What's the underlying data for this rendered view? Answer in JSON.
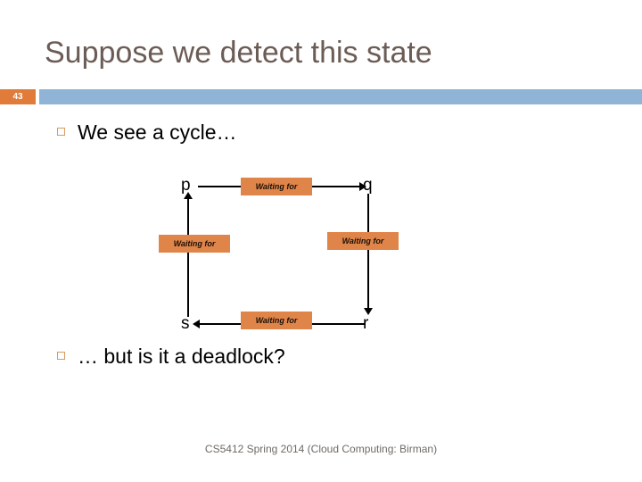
{
  "slide": {
    "title": "Suppose we detect this state",
    "number": "43",
    "accent_orange": "#e07b39",
    "accent_blue": "#8fb4d6",
    "title_color": "#6b5c55",
    "label_box_color": "#e0854a"
  },
  "bullets": [
    {
      "marker": "open-square-bullet",
      "text": "We see a cycle…"
    },
    {
      "marker": "open-square-bullet",
      "text": "… but is it a deadlock?"
    }
  ],
  "diagram": {
    "type": "wait-for-graph",
    "nodes": [
      {
        "id": "p",
        "label": "p",
        "position": "top-left"
      },
      {
        "id": "q",
        "label": "q",
        "position": "top-right"
      },
      {
        "id": "r",
        "label": "r",
        "position": "bottom-right"
      },
      {
        "id": "s",
        "label": "s",
        "position": "bottom-left"
      }
    ],
    "edges": [
      {
        "from": "p",
        "to": "q",
        "label": "Waiting for",
        "direction": "right"
      },
      {
        "from": "q",
        "to": "r",
        "label": "Waiting for",
        "direction": "down"
      },
      {
        "from": "r",
        "to": "s",
        "label": "Waiting for",
        "direction": "left"
      },
      {
        "from": "s",
        "to": "p",
        "label": "Waiting for",
        "direction": "up"
      }
    ]
  },
  "footer": {
    "text": "CS5412 Spring 2014 (Cloud Computing: Birman)"
  }
}
